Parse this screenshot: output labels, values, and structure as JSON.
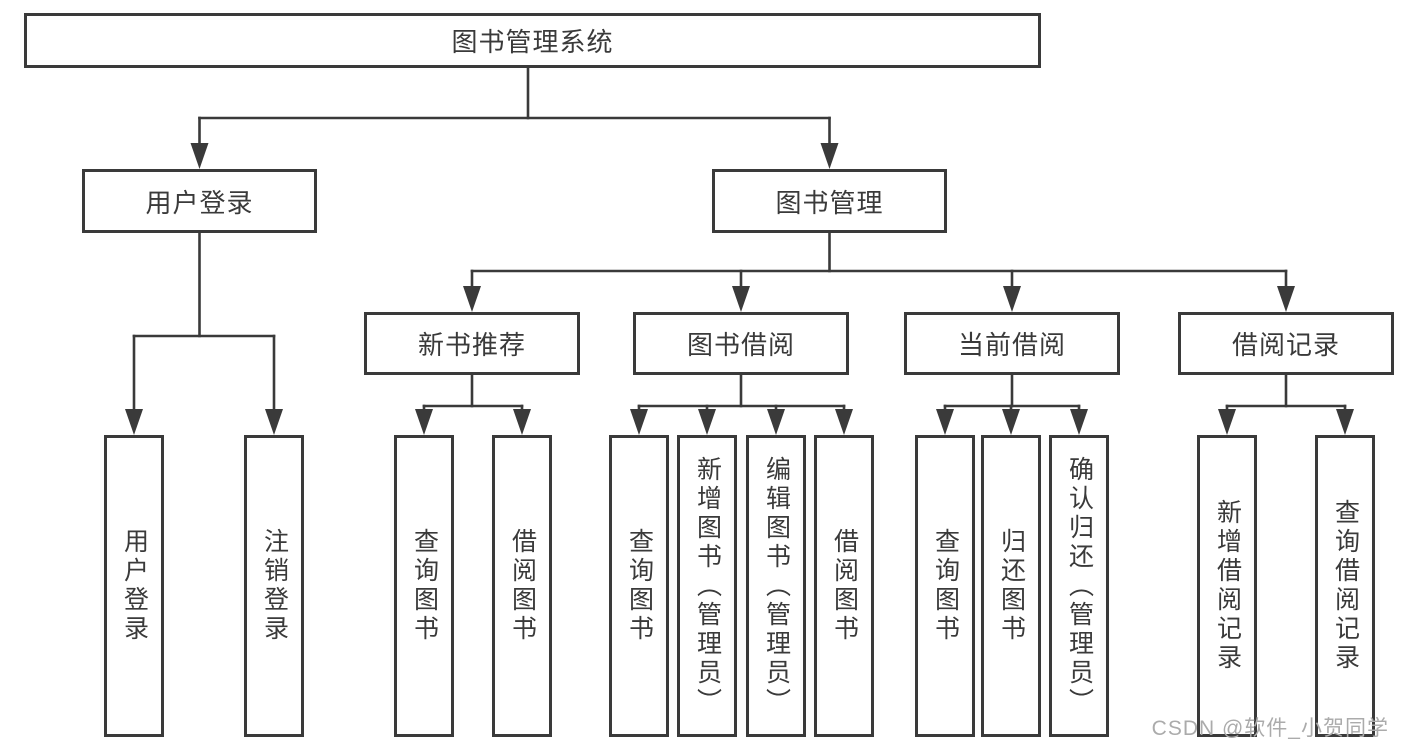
{
  "tree": {
    "root": "图书管理系统",
    "branches": [
      {
        "label": "用户登录",
        "leaves": [
          "用户登录",
          "注销登录"
        ]
      },
      {
        "label": "图书管理",
        "sub": [
          {
            "label": "新书推荐",
            "leaves": [
              "查询图书",
              "借阅图书"
            ]
          },
          {
            "label": "图书借阅",
            "leaves": [
              "查询图书",
              "新增图书（管理员）",
              "编辑图书（管理员）",
              "借阅图书"
            ]
          },
          {
            "label": "当前借阅",
            "leaves": [
              "查询图书",
              "归还图书",
              "确认归还（管理员）"
            ]
          },
          {
            "label": "借阅记录",
            "leaves": [
              "新增借阅记录",
              "查询借阅记录"
            ]
          }
        ]
      }
    ]
  },
  "watermark": {
    "text": "CSDN @软件_小贺同学"
  },
  "colors": {
    "line": "#3a3a3a",
    "text": "#3a3a3a",
    "watermark": "#ababab",
    "background": "#ffffff"
  }
}
